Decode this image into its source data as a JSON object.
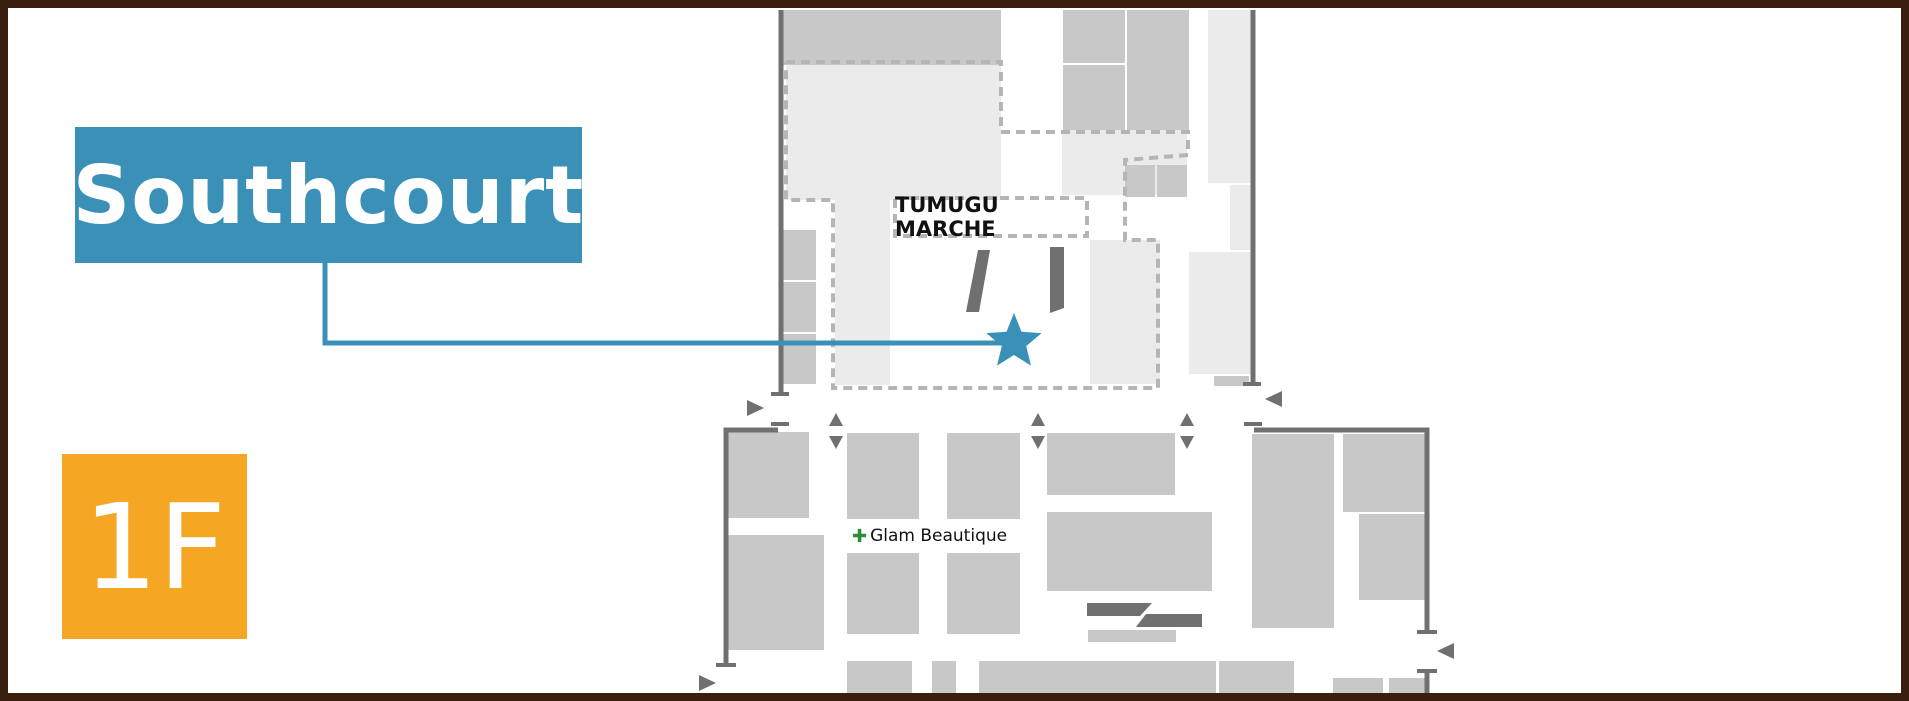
{
  "location_label": "Southcourt",
  "floor_label": "1F",
  "venue_label": "TUMUGU MARCHE",
  "shop_label": "Glam Beautique",
  "shop_icon": "green-cross-icon",
  "marker_icon": "star-icon",
  "colors": {
    "frame": "#3a1e0f",
    "label_bg": "#3b90b8",
    "floor_badge": "#f5a623",
    "marker": "#3b90b8",
    "block": "#c8c8c8",
    "block_light": "#ebebeb",
    "wall": "#707070",
    "dashed_outline": "#b5b5b5",
    "shop_icon": "#2e8b3a"
  }
}
